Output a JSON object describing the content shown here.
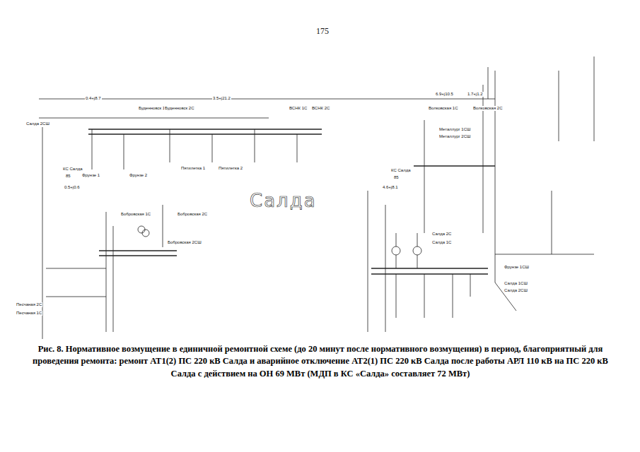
{
  "diagram": {
    "caption": "Рис. 8. Нормативное возмущение в единичной ремонтной схеме (до 20 минут после нормативного возмущения) в период, благоприятный для проведения ремонта: ремонт АТ1(2) ПС 220 кВ Салда и аварийное отключение АТ2(1) ПС 220 кВ Салда после работы АРЛ 110 кВ на ПС 220 кВ Салда с действием на ОН 69 МВт (МДП в КС «Салда» составляет 72 МВт)",
    "labels": [
      "175",
      "Салда",
      "Буденновск 1С",
      "Буденновск 2С",
      "ВСНК 1С",
      "ВСНК 2С",
      "Волковская 1С",
      "Волковская 2С",
      "Салда 2СШ",
      "КС Салда",
      "85",
      "Фрунзе 1",
      "Фрунзе 2",
      "Пятилетка 1",
      "Пятилетка 2",
      "Бобровская 1С",
      "Бобровская 2С",
      "Бобровская 2СШ",
      "Песчаная 2С",
      "Песчаная 1С",
      "КС Салда",
      "85",
      "Салда 2С",
      "Салда 1С",
      "Салда 1СШ",
      "Салда 2СШ",
      "Металлург 1СШ",
      "Металлург 2СШ",
      "Фрунзе 1СШ",
      "0.4+j8.7",
      "3.5+j21.2",
      "6.9+j10.5",
      "1.7+j1.2",
      "0.5+j0.6",
      "4.6+j8.1"
    ]
  }
}
